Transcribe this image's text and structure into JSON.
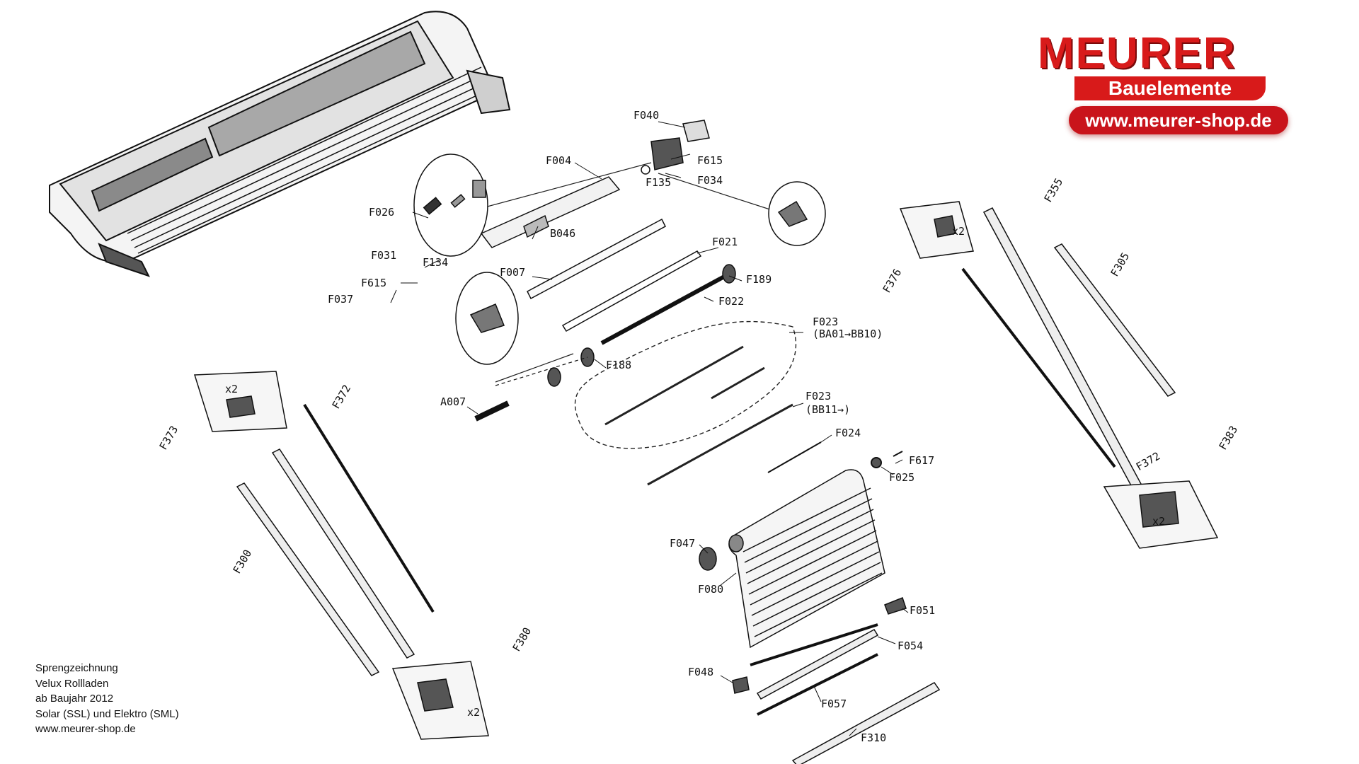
{
  "logo": {
    "title": "MEURER",
    "subtitle": "Bauelemente",
    "url": "www.meurer-shop.de",
    "colors": {
      "brand_red": "#d81a1a",
      "text_white": "#ffffff"
    }
  },
  "caption": {
    "lines": [
      "Sprengzeichnung",
      "Velux Rollladen",
      "ab Baujahr 2012",
      "Solar (SSL) und Elektro (SML)",
      "www.meurer-shop.de"
    ]
  },
  "parts": {
    "F040": "F040",
    "F004": "F004",
    "F615a": "F615",
    "F034": "F034",
    "F135": "F135",
    "F026": "F026",
    "B046": "B046",
    "F021": "F021",
    "F031": "F031",
    "F134": "F134",
    "F007": "F007",
    "F615b": "F615",
    "F189": "F189",
    "F037": "F037",
    "F022": "F022",
    "F023a": "F023",
    "F023a_note": "(BA01→BB10)",
    "F188": "F188",
    "A007": "A007",
    "F023b": "F023",
    "F023b_note": "(BB11→)",
    "F024": "F024",
    "F617": "F617",
    "F025": "F025",
    "F047": "F047",
    "F080": "F080",
    "F051": "F051",
    "F054": "F054",
    "F048": "F048",
    "F057": "F057",
    "F310": "F310",
    "F373": "F373",
    "F372a": "F372",
    "F300": "F300",
    "F380": "F380",
    "F376": "F376",
    "F355": "F355",
    "F305": "F305",
    "F372b": "F372",
    "F383": "F383",
    "x2": "x2"
  }
}
